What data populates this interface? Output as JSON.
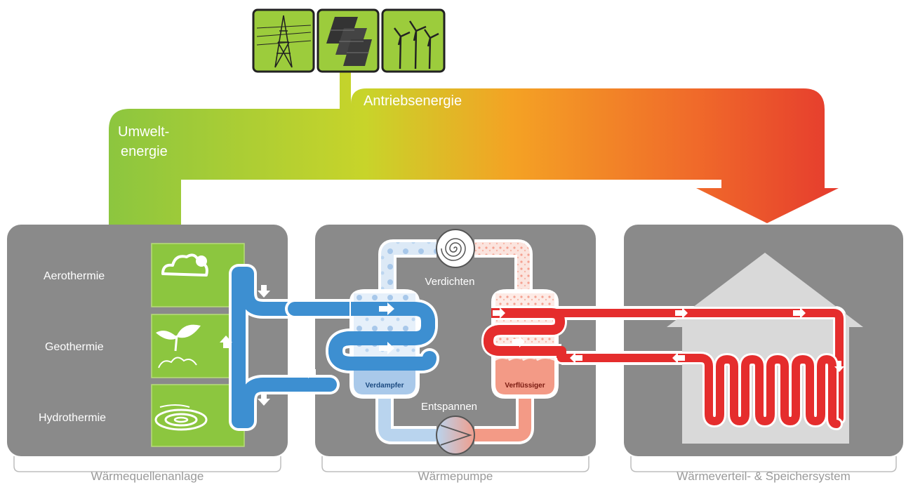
{
  "diagram": {
    "drive_energy_label": "Antriebsenergie",
    "env_energy_label_line1": "Umwelt-",
    "env_energy_label_line2": "energie",
    "sources": {
      "aero": "Aerothermie",
      "geo": "Geothermie",
      "hydro": "Hydrothermie"
    },
    "heatpump": {
      "compress": "Verdichten",
      "evaporator": "Verdampfer",
      "condenser": "Verflüssiger",
      "expand": "Entspannen"
    },
    "captions": {
      "source": "Wärmequellenanlage",
      "pump": "Wärmepumpe",
      "distribution": "Wärmeverteil- & Speichersystem"
    },
    "icons": [
      "power-pylon-icon",
      "solar-panel-icon",
      "wind-turbine-icon",
      "cloud-sun-icon",
      "sprout-icon",
      "water-swirl-icon",
      "compressor-icon",
      "expansion-valve-icon",
      "house-icon"
    ],
    "colors": {
      "green": "#8cc63f",
      "orange": "#f7941d",
      "red": "#e53a2e",
      "panel_gray": "#8c8c8c",
      "blue_pipe": "#3d8fd1",
      "red_pipe": "#e52d2d"
    }
  }
}
